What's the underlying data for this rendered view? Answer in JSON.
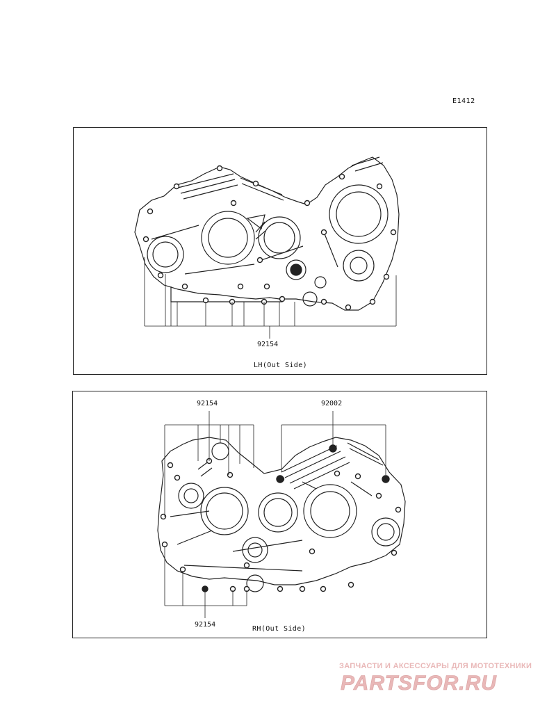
{
  "diagram_code": "E1412",
  "lh": {
    "caption": "LH(Out Side)",
    "part_label": "92154"
  },
  "rh": {
    "caption": "RH(Out Side)",
    "label_top_left": "92154",
    "label_top_right": "92002",
    "label_bottom": "92154"
  },
  "watermark": {
    "tagline": "ЗАПЧАСТИ И АКСЕССУАРЫ ДЛЯ МОТОТЕХНИКИ",
    "logo_text": "PARTSFOR.RU",
    "color": "#e9b8b8"
  }
}
